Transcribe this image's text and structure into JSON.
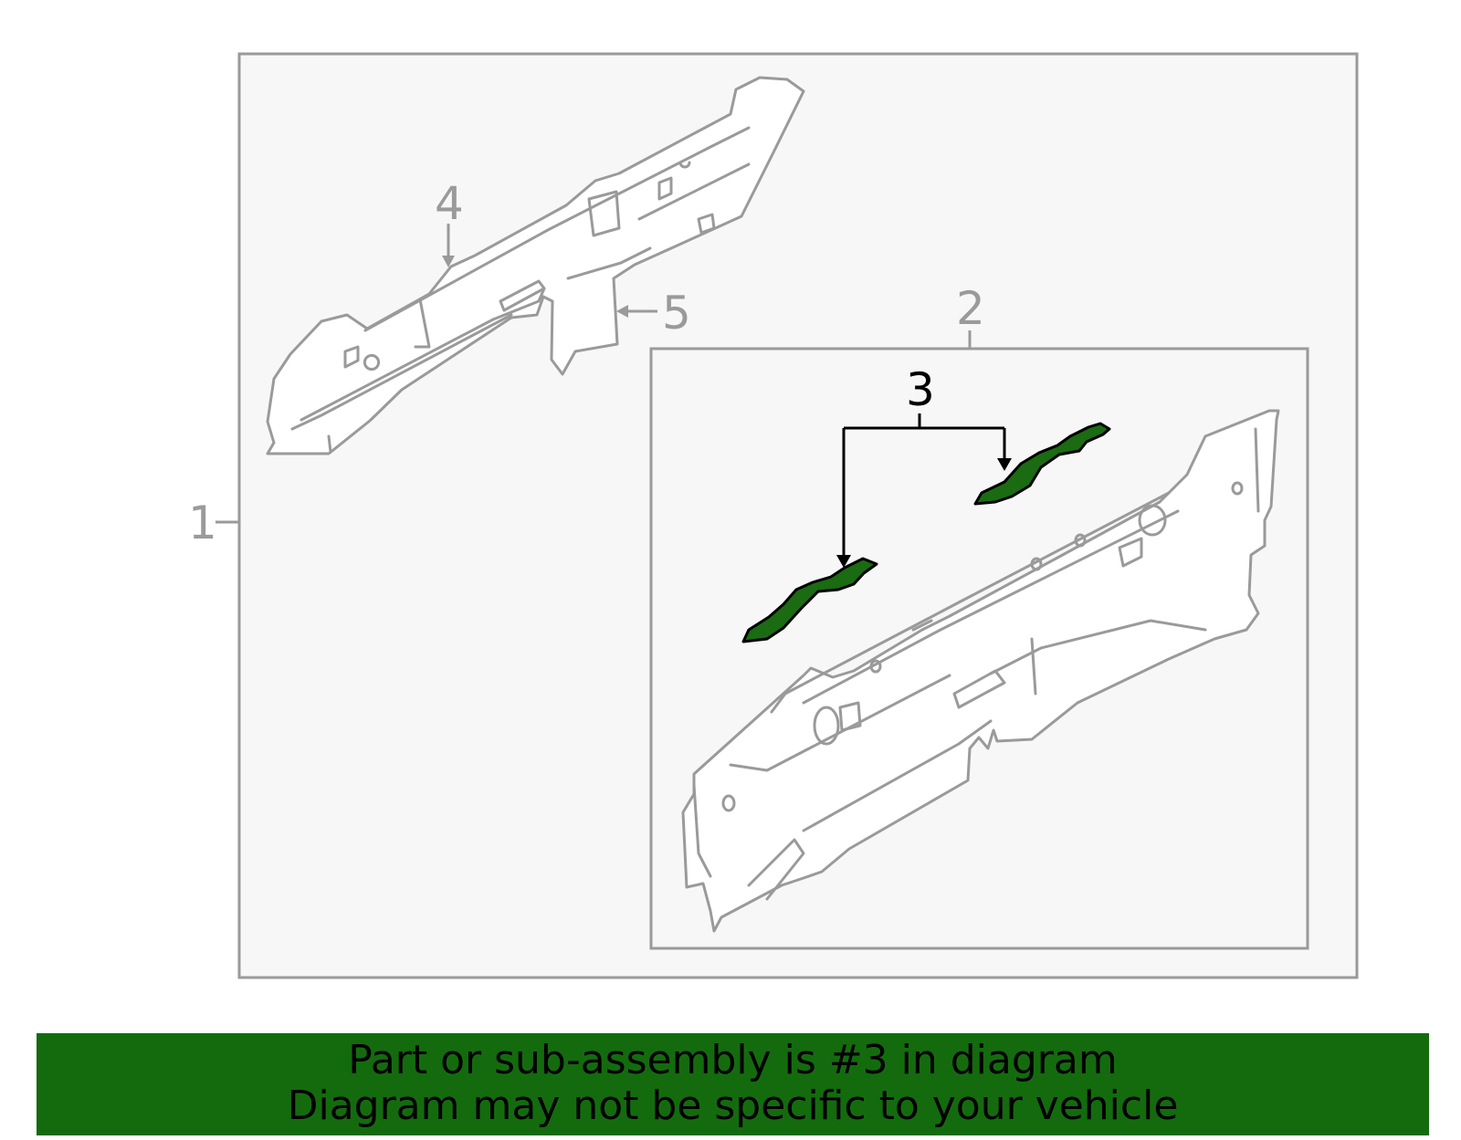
{
  "callouts": {
    "one": "1",
    "two": "2",
    "three": "3",
    "four": "4",
    "five": "5"
  },
  "banner": {
    "line1": "Part or sub-assembly is #3 in diagram",
    "line2": "Diagram may not be specific to your vehicle"
  },
  "colors": {
    "highlight": "#1a6b12",
    "banner": "#146b0e",
    "line": "#9a9a9a",
    "panel": "#f7f7f7"
  }
}
